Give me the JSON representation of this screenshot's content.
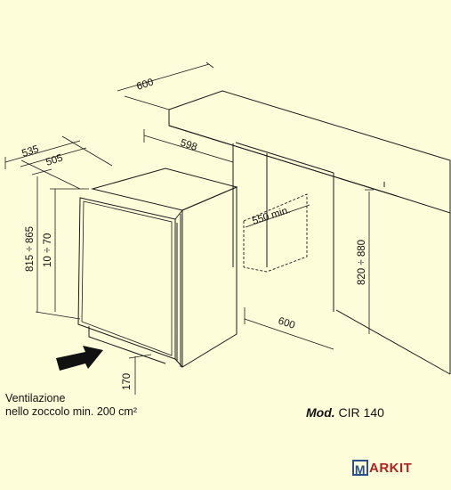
{
  "dimensions": {
    "depth_total": "535",
    "depth_body": "505",
    "width_appliance": "598",
    "depth_cabinet": "600",
    "niche_width": "550 min.",
    "niche_depth": "600",
    "height_range": "815 ÷ 865",
    "gap_range": "10 ÷ 70",
    "cabinet_height_range": "820 ÷ 880",
    "plinth_height": "170"
  },
  "caption": {
    "line1": "Ventilazione",
    "line2": "nello zoccolo min. 200 cm²"
  },
  "model": {
    "prefix": "Mod.",
    "name": "CIR 140"
  },
  "brand": {
    "letter": "M",
    "rest": "ARKIT"
  },
  "colors": {
    "background": "#fefdda",
    "lines": "#1a1a1a",
    "brand_blue": "#2d4f8a",
    "brand_red": "#b22222"
  },
  "icons": {
    "airflow_arrow": "ventilation-arrow-icon"
  }
}
